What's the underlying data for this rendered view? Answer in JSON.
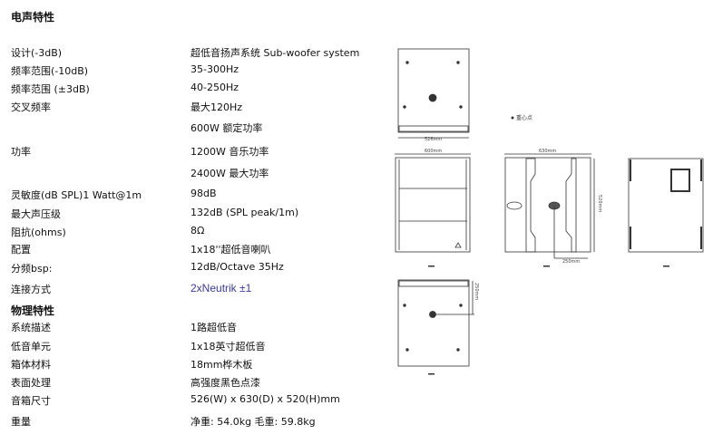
{
  "section1_title": "电声特性",
  "section2_title": "物理特性",
  "rows1": [
    {
      "label": "设计(-3dB)",
      "value": "超低音扬声系统 Sub-woofer system"
    },
    {
      "label": "频率范围(-10dB)",
      "value": "35-300Hz"
    },
    {
      "label": "频率范围 (±3dB)",
      "value": "40-250Hz"
    },
    {
      "label": "交叉频率",
      "value": "最大120Hz"
    },
    {
      "label": "",
      "value": "600W 额定功率"
    },
    {
      "label": "功率",
      "value": "1200W 音乐功率"
    },
    {
      "label": "",
      "value": "2400W 最大功率"
    },
    {
      "label": "灵敏度(dB SPL)1 Watt@1m",
      "value": "98dB"
    },
    {
      "label": "最大声压级",
      "value": "132dB (SPL peak/1m)"
    },
    {
      "label": "阻抗(ohms)",
      "value": "8Ω"
    },
    {
      "label": "配置",
      "value": "1x18''超低音喇叭"
    },
    {
      "label": "分频bsp:",
      "value": "12dB/Octave 35Hz"
    },
    {
      "label": "连接方式",
      "value": "2xNeutrik ±1"
    }
  ],
  "rows2": [
    {
      "label": "系统描述",
      "value": "1路超低音"
    },
    {
      "label": "低音单元",
      "value": "1x18英寸超低音"
    },
    {
      "label": "箱体材料",
      "value": "18mm桦木板"
    },
    {
      "label": "表面处理",
      "value": "高强度黑色点漆"
    },
    {
      "label": "音箱尺寸",
      "value": "526(W) x 630(D) x 520(H)mm"
    },
    {
      "label": "重量",
      "value": "净重: 54.0kg 毛重: 59.8kg"
    }
  ],
  "drawing": {
    "legend": "重心点",
    "dim_top": "526mm",
    "dim_front": "600mm",
    "dim_side": "630mm",
    "dim_height": "520mm",
    "dim_cog": "250mm",
    "dim_bottom": "250mm"
  }
}
